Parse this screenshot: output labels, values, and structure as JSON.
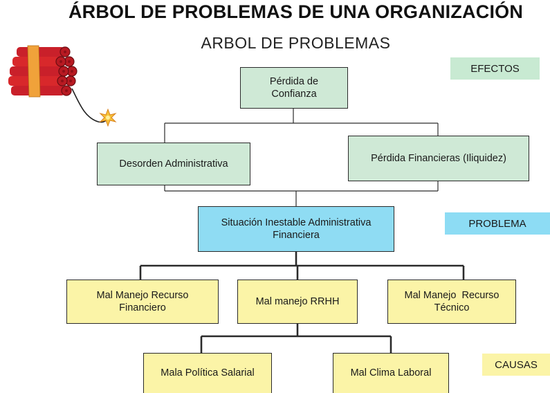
{
  "title": "ÁRBOL DE PROBLEMAS DE UNA ORGANIZACIÓN",
  "subtitle": "ARBOL DE PROBLEMAS",
  "labels": {
    "efectos": "EFECTOS",
    "problema": "PROBLEMA",
    "causas": "CAUSAS"
  },
  "nodes": {
    "perdida_confianza_line1": "Pérdida de",
    "perdida_confianza_line2": "Confianza",
    "desorden_administrativa": "Desorden Administrativa",
    "perdida_financieras": "Pérdida Financieras (Iliquidez)",
    "situacion_line1": "Situación Inestable Administrativa",
    "situacion_line2": "Financiera",
    "mal_manejo_financiero_line1": "Mal Manejo Recurso",
    "mal_manejo_financiero_line2": "Financiero",
    "mal_manejo_rrhh": "Mal manejo RRHH",
    "mal_manejo_tecnico_line1": "Mal Manejo  Recurso",
    "mal_manejo_tecnico_line2": "Técnico",
    "mala_politica_salarial": "Mala Política Salarial",
    "mal_clima_laboral": "Mal Clima Laboral"
  },
  "colors": {
    "effect": "#cfe9d6",
    "problem": "#8fdcf3",
    "cause": "#fbf4a7",
    "dynamite": "#d8282b",
    "band": "#f0a23a"
  },
  "icons": [
    "dynamite-icon",
    "spark-icon"
  ]
}
